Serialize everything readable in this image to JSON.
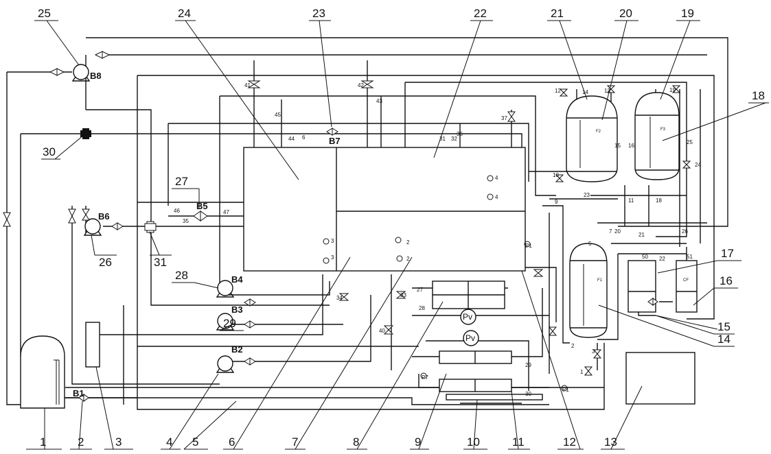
{
  "callout_numbers": [
    "1",
    "2",
    "3",
    "4",
    "5",
    "6",
    "7",
    "8",
    "9",
    "10",
    "11",
    "12",
    "13",
    "14",
    "15",
    "16",
    "17",
    "18",
    "19",
    "20",
    "21",
    "22",
    "23",
    "24",
    "25",
    "26",
    "27",
    "28",
    "29",
    "30",
    "31"
  ],
  "pumps": {
    "b1": "B1",
    "b2": "B2",
    "b3": "B3",
    "b4": "B4",
    "b5": "B5",
    "b6": "B6",
    "b7": "B7",
    "b8": "B8"
  },
  "gauges": {
    "pv": "Pv",
    "p1": "P1",
    "p7": "P7",
    "g2a": "2",
    "g2b": "2",
    "g3a": "3",
    "g3b": "3",
    "g4a": "4",
    "g4b": "4"
  },
  "vessels": {
    "f1": "F1",
    "f2": "F2",
    "f3": "F3",
    "cf": "CF"
  },
  "valve_numbers": [
    "1",
    "2",
    "3",
    "5",
    "6",
    "7",
    "9",
    "10",
    "11",
    "12",
    "13",
    "14",
    "15",
    "16",
    "18",
    "19",
    "20",
    "21",
    "22",
    "23",
    "24",
    "25",
    "26",
    "27",
    "28",
    "29",
    "30",
    "31",
    "32",
    "33",
    "34",
    "35",
    "36",
    "37",
    "40",
    "41",
    "42",
    "43",
    "44",
    "45",
    "46",
    "47",
    "50",
    "51"
  ]
}
